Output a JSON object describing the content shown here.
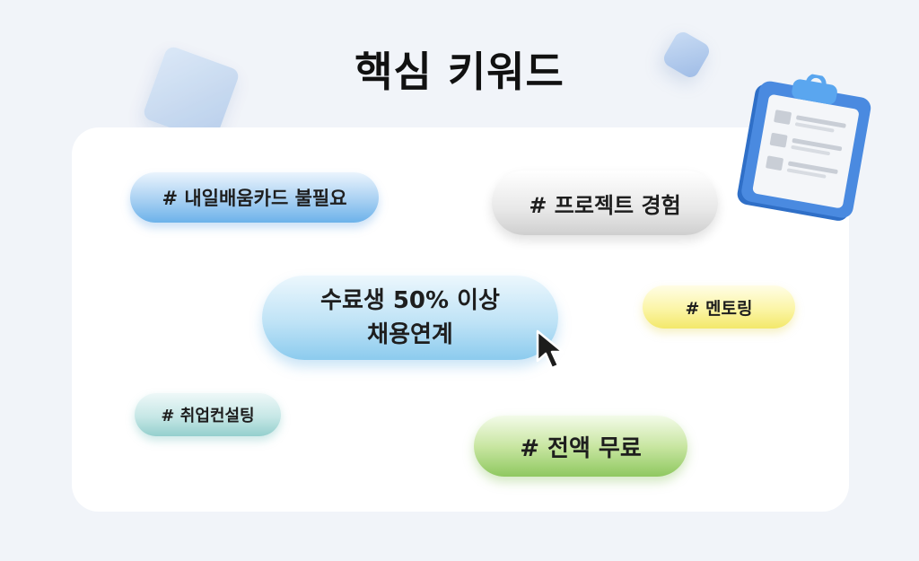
{
  "page": {
    "title": "핵심 키워드"
  },
  "keywords": [
    {
      "id": "blue",
      "label": "# 내일배움카드 불필요"
    },
    {
      "id": "gray",
      "label": "# 프로젝트 경험"
    },
    {
      "id": "center",
      "line1": "수료생 50% 이상",
      "line2": "채용연계"
    },
    {
      "id": "yellow",
      "label": "# 멘토링"
    },
    {
      "id": "teal",
      "label": "# 취업컨설팅"
    },
    {
      "id": "green",
      "label": "# 전액 무료"
    }
  ],
  "icons": {
    "cursor": "mouse-cursor-icon",
    "clipboard": "clipboard-checklist-icon",
    "cubes": "decorative-cube-icon"
  },
  "colors": {
    "background": "#f1f4f9",
    "card": "#ffffff",
    "blue": "#6cb2ea",
    "gray": "#cfcfcf",
    "center": "#8ccbee",
    "yellow": "#f3e86a",
    "teal": "#94cfcd",
    "green": "#8fc860",
    "clipboard": "#3a78d0"
  }
}
